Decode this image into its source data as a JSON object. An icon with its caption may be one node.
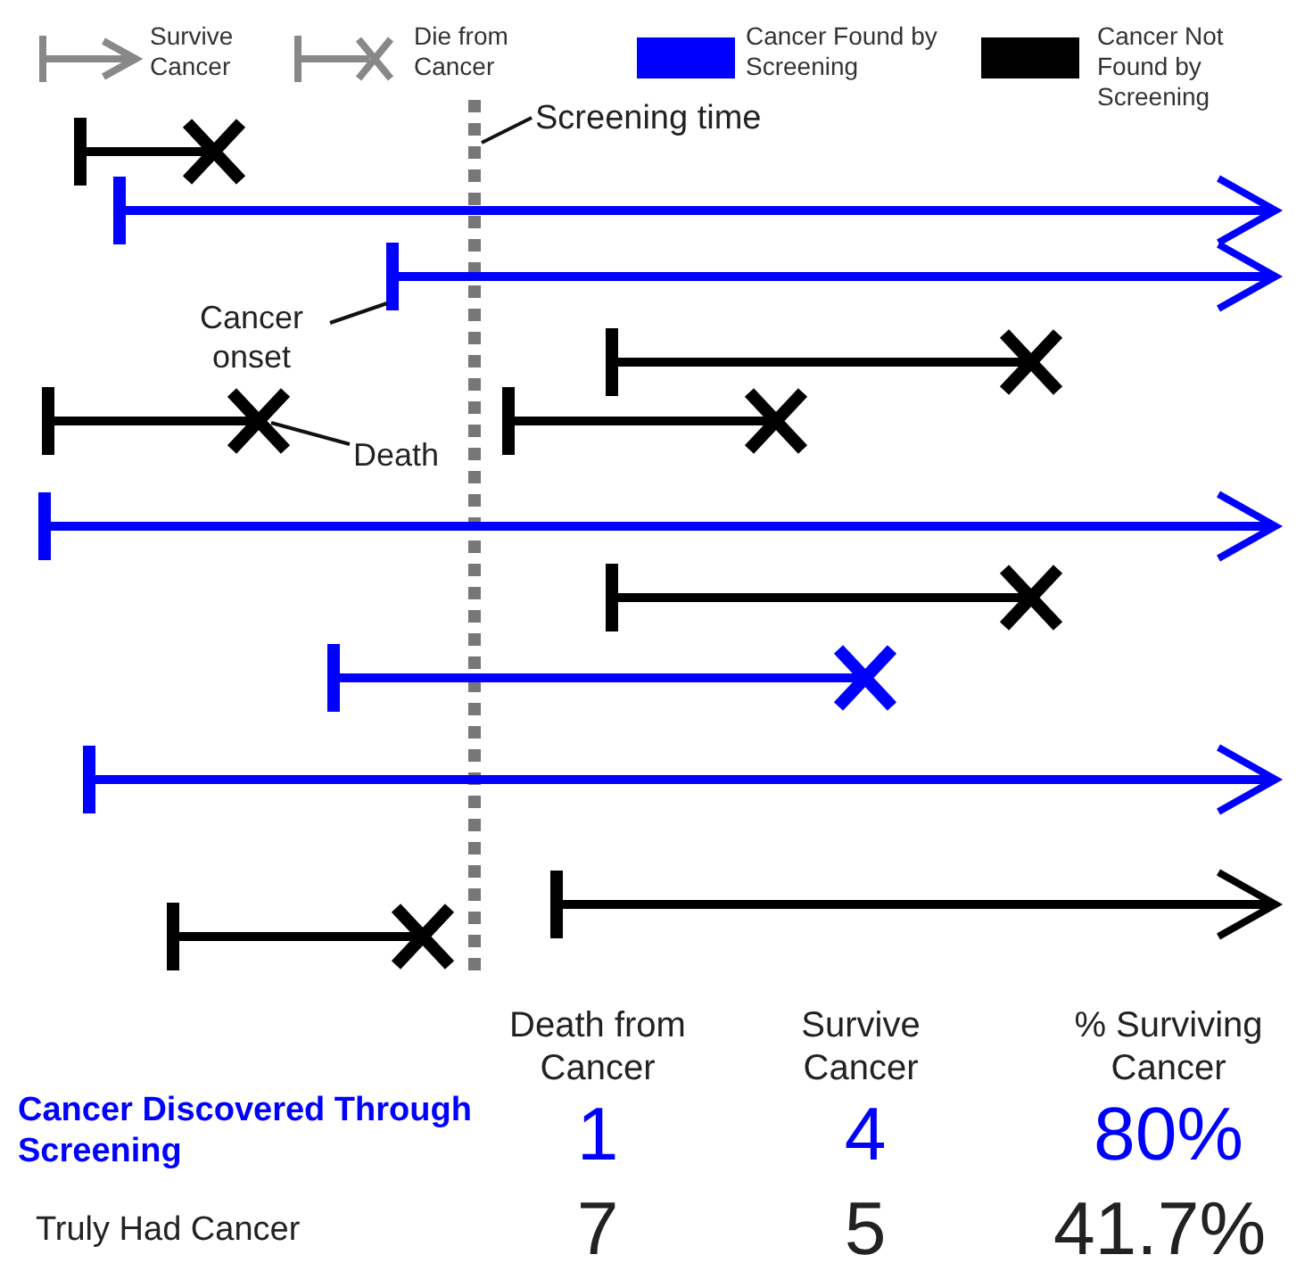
{
  "diagram": {
    "nodes": [
      {
        "text": [
          "Screening time"
        ]
      },
      {
        "text": [
          "Cancer onset"
        ]
      },
      {
        "text": [
          "Death"
        ]
      }
    ],
    "edges": [
      {
        "from": 0,
        "to": null,
        "arrow": "none"
      },
      {
        "from": 1,
        "to": null,
        "arrow": "none"
      },
      {
        "from": 2,
        "to": null,
        "arrow": "none"
      }
    ],
    "labels": [
      "Death from Cancer",
      "Survive Cancer",
      "% Surviving Cancer",
      "Cancer Discovered Through Screening",
      "1",
      "4",
      "80%",
      "Truly Had Cancer",
      "7",
      "5",
      "41.7%"
    ],
    "legend": [
      {
        "text": "Survive Cancer"
      },
      {
        "text": "Die from Cancer"
      },
      {
        "text": "Cancer Found by Screening",
        "color": "#0000ff"
      },
      {
        "text": "Cancer Not Found by Screening",
        "color": "#000000"
      }
    ]
  }
}
